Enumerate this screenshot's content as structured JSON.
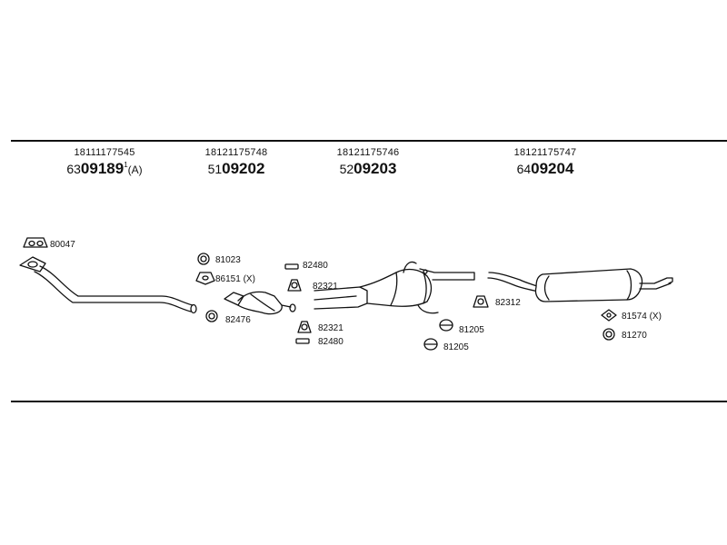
{
  "groups": [
    {
      "article": "18111177545",
      "prefix": "63",
      "code": "09189",
      "sup": "1",
      "note": "(A)"
    },
    {
      "article": "18121175748",
      "prefix": "51",
      "code": "09202",
      "sup": "",
      "note": ""
    },
    {
      "article": "18121175746",
      "prefix": "52",
      "code": "09203",
      "sup": "",
      "note": ""
    },
    {
      "article": "18121175747",
      "prefix": "64",
      "code": "09204",
      "sup": "",
      "note": ""
    }
  ],
  "parts": {
    "p80047": "80047",
    "p81023": "81023",
    "p86151": "86151 (X)",
    "p82476": "82476",
    "p82480a": "82480",
    "p82321a": "82321",
    "p82321b": "82321",
    "p82480b": "82480",
    "p82312": "82312",
    "p81205a": "81205",
    "p81205b": "81205",
    "p81574": "81574 (X)",
    "p81270": "81270"
  },
  "colors": {
    "line": "#111111",
    "background": "#ffffff"
  }
}
